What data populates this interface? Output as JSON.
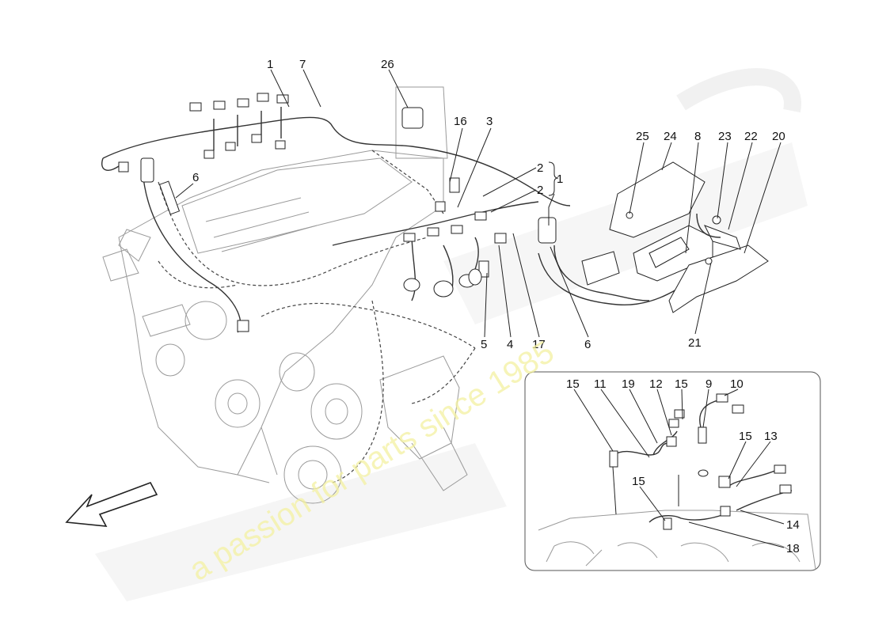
{
  "callouts": {
    "c1": "1",
    "c7": "7",
    "c26": "26",
    "c16": "16",
    "c3": "3",
    "c2a": "2",
    "c2b": "2",
    "c1b": "1",
    "c6a": "6",
    "c25": "25",
    "c24": "24",
    "c8": "8",
    "c23": "23",
    "c22": "22",
    "c20": "20",
    "c5": "5",
    "c4": "4",
    "c17": "17",
    "c6b": "6",
    "c21": "21",
    "i15a": "15",
    "i11": "11",
    "i19": "19",
    "i12": "12",
    "i15b": "15",
    "i9": "9",
    "i10": "10",
    "i15c": "15",
    "i13": "13",
    "i15d": "15",
    "i14": "14",
    "i18": "18"
  },
  "watermark": {
    "tagline": "a passion for parts since 1985"
  },
  "colors": {
    "line": "#222222",
    "ghost": "#9a9a9a",
    "watermark_text": "#f3f0a0",
    "watermark_logo": "#e8e8e8"
  }
}
